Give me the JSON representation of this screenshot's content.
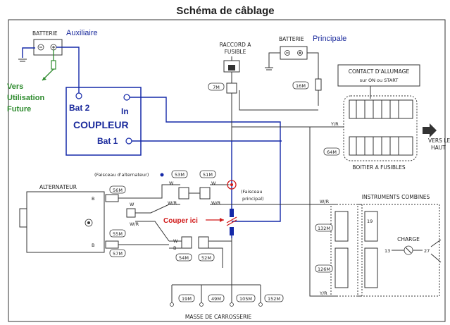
{
  "title": "Schéma de câblage",
  "aux_battery": {
    "label": "BATTERIE",
    "name": "Auxiliaire",
    "note": [
      "Vers",
      "Utilisation",
      "Future"
    ]
  },
  "main_battery": {
    "label": "BATTERIE",
    "name": "Principale"
  },
  "raccord": [
    "RACCORD A",
    "FUSIBLE"
  ],
  "contact": [
    "CONTACT D'ALLUMAGE",
    "sur ON ou START"
  ],
  "coupleur": {
    "title": "COUPLEUR",
    "bat2": "Bat 2",
    "in": "In",
    "bat1": "Bat 1"
  },
  "fuse_box": "BOITIER A FUSIBLES",
  "vers_le_haut": [
    "VERS LE",
    "HAUT"
  ],
  "alternateur": "ALTERNATEUR",
  "faisceau_alt": "(Faisceau d'alternateur)",
  "faisceau_princ": [
    "(Faisceau",
    "principal)"
  ],
  "couper": "Couper ici",
  "instruments": "INSTRUMENTS COMBINES",
  "charge": "CHARGE",
  "masse": "MASSE DE CARROSSERIE",
  "codes": {
    "c7m": "7M",
    "c16m": "16M",
    "c64m": "64M",
    "c53m": "53M",
    "c51m": "51M",
    "c56m": "56M",
    "c55m": "55M",
    "c57m": "57M",
    "c54m": "54M",
    "c52m": "52M",
    "c132m": "132M",
    "c126m": "126M",
    "c19m": "19M",
    "c49m": "49M",
    "c105m": "105M",
    "c152m": "152M"
  },
  "wire_labels": {
    "yr": "Y/R",
    "wr": "W/R",
    "w": "W",
    "b": "B"
  },
  "pins": {
    "p13": "13",
    "p27": "27",
    "p19": "19"
  },
  "colors": {
    "blue": "#1428a8",
    "green": "#2e8b2e",
    "red": "#d01818",
    "ink": "#333333"
  }
}
